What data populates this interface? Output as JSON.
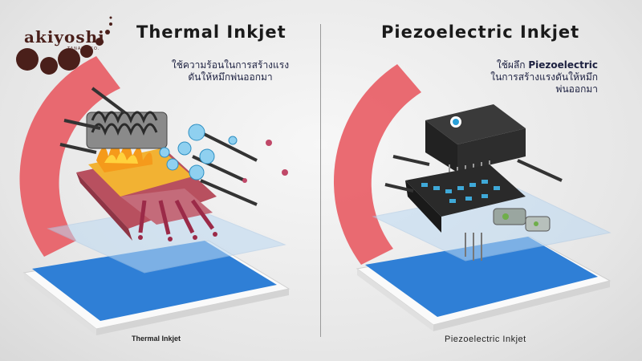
{
  "logo": {
    "text": "akiyoshi",
    "subtext": "TANAKA CO."
  },
  "colors": {
    "accent_red": "#e8525a",
    "paper_blue": "#2f7fd6",
    "logo_brown": "#4a1f1a"
  },
  "left": {
    "title": "Thermal Inkjet",
    "description": "ใช้ความร้อนในการสร้างแรงดันให้หมึกพ่นออกมา",
    "caption": "Thermal Inkjet"
  },
  "right": {
    "title": "Piezoelectric Inkjet",
    "description_prefix": "ใช้ผลึก ",
    "description_highlight": "Piezoelectric",
    "description_suffix": " ในการสร้างแรงดันให้หมึกพ่นออกมา",
    "caption": "Piezoelectric Inkjet"
  }
}
